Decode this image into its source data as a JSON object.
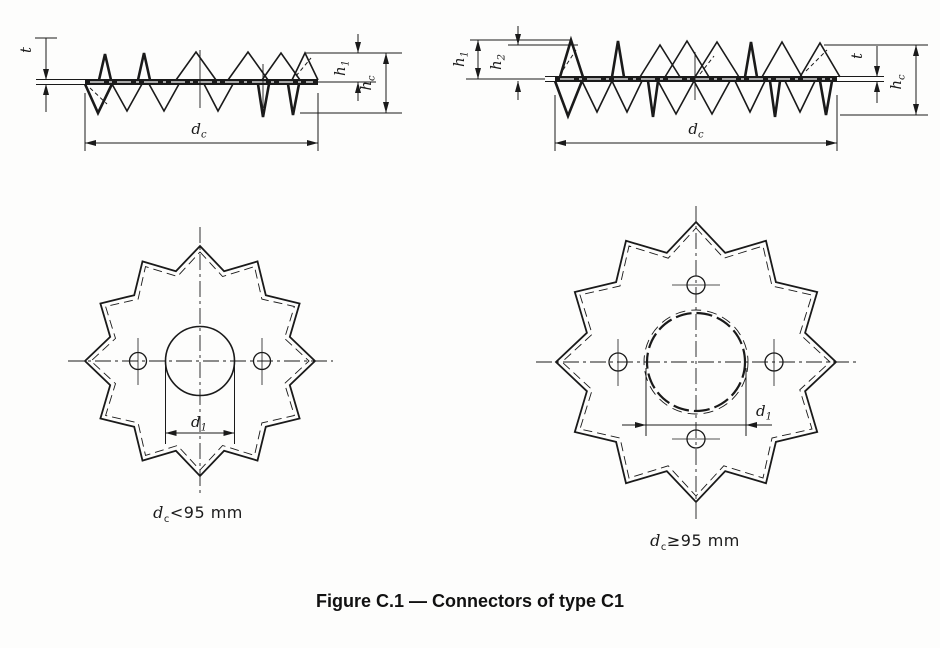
{
  "figure": {
    "caption": "Figure C.1 — Connectors of type C1"
  },
  "labels": {
    "t": {
      "sym": "t",
      "sub": ""
    },
    "h1": {
      "sym": "h",
      "sub": "1"
    },
    "h2": {
      "sym": "h",
      "sub": "2"
    },
    "hc": {
      "sym": "h",
      "sub": "c"
    },
    "dc": {
      "sym": "d",
      "sub": "c"
    },
    "d1": {
      "sym": "d",
      "sub": "1"
    }
  },
  "captions": {
    "left": {
      "sym": "d",
      "sub": "c",
      "rest": "<95 mm"
    },
    "right": {
      "sym": "d",
      "sub": "c",
      "rest": "≥95 mm"
    }
  },
  "colors": {
    "ink": "#1a1a1a",
    "background": "#fdfdfc"
  }
}
